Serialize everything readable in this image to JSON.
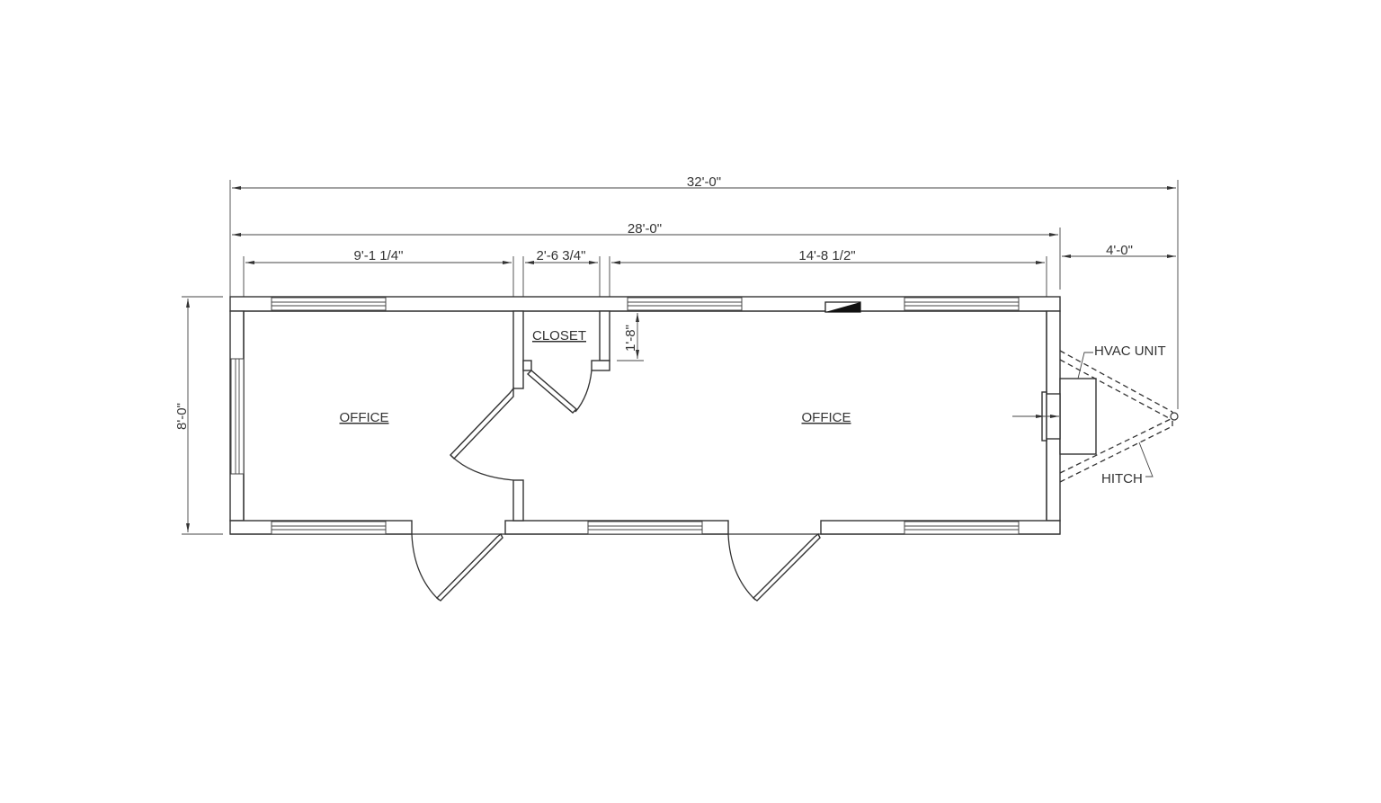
{
  "drawing": {
    "type": "floor plan",
    "subject": "32' office trailer with hitch",
    "dimensions": {
      "overall_total": "32'-0\"",
      "building_length": "28'-0\"",
      "hitch_length": "4'-0\"",
      "left_office_width": "9'-1 1/4\"",
      "closet_width": "2'-6 3/4\"",
      "right_office_width": "14'-8 1/2\"",
      "building_depth": "8'-0\"",
      "closet_depth": "1'-8\""
    },
    "rooms": [
      {
        "label": "OFFICE"
      },
      {
        "label": "CLOSET"
      },
      {
        "label": "OFFICE"
      }
    ],
    "callouts": {
      "hvac": "HVAC UNIT",
      "hitch": "HITCH"
    },
    "colors": {
      "line": "#333333",
      "background": "#ffffff",
      "panel_fill": "#111111"
    }
  }
}
